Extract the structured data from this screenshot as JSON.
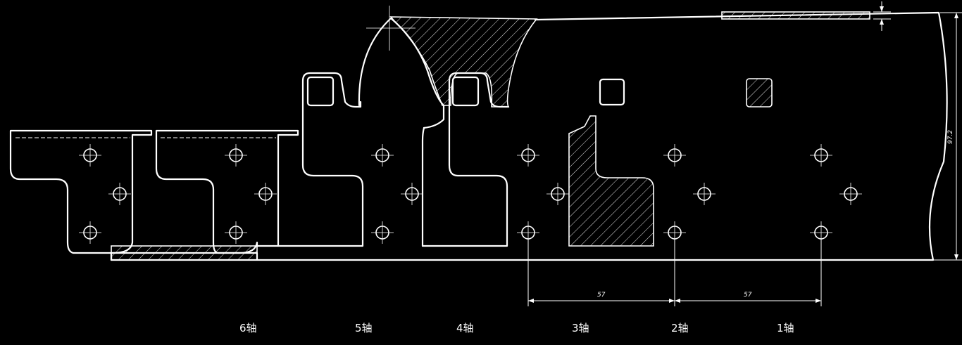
{
  "drawing": {
    "dimensions": {
      "pitch_left": "57",
      "pitch_right": "57",
      "height": "97.2"
    },
    "shaft_labels": [
      "6轴",
      "5轴",
      "4轴",
      "3轴",
      "2轴",
      "1轴"
    ]
  }
}
